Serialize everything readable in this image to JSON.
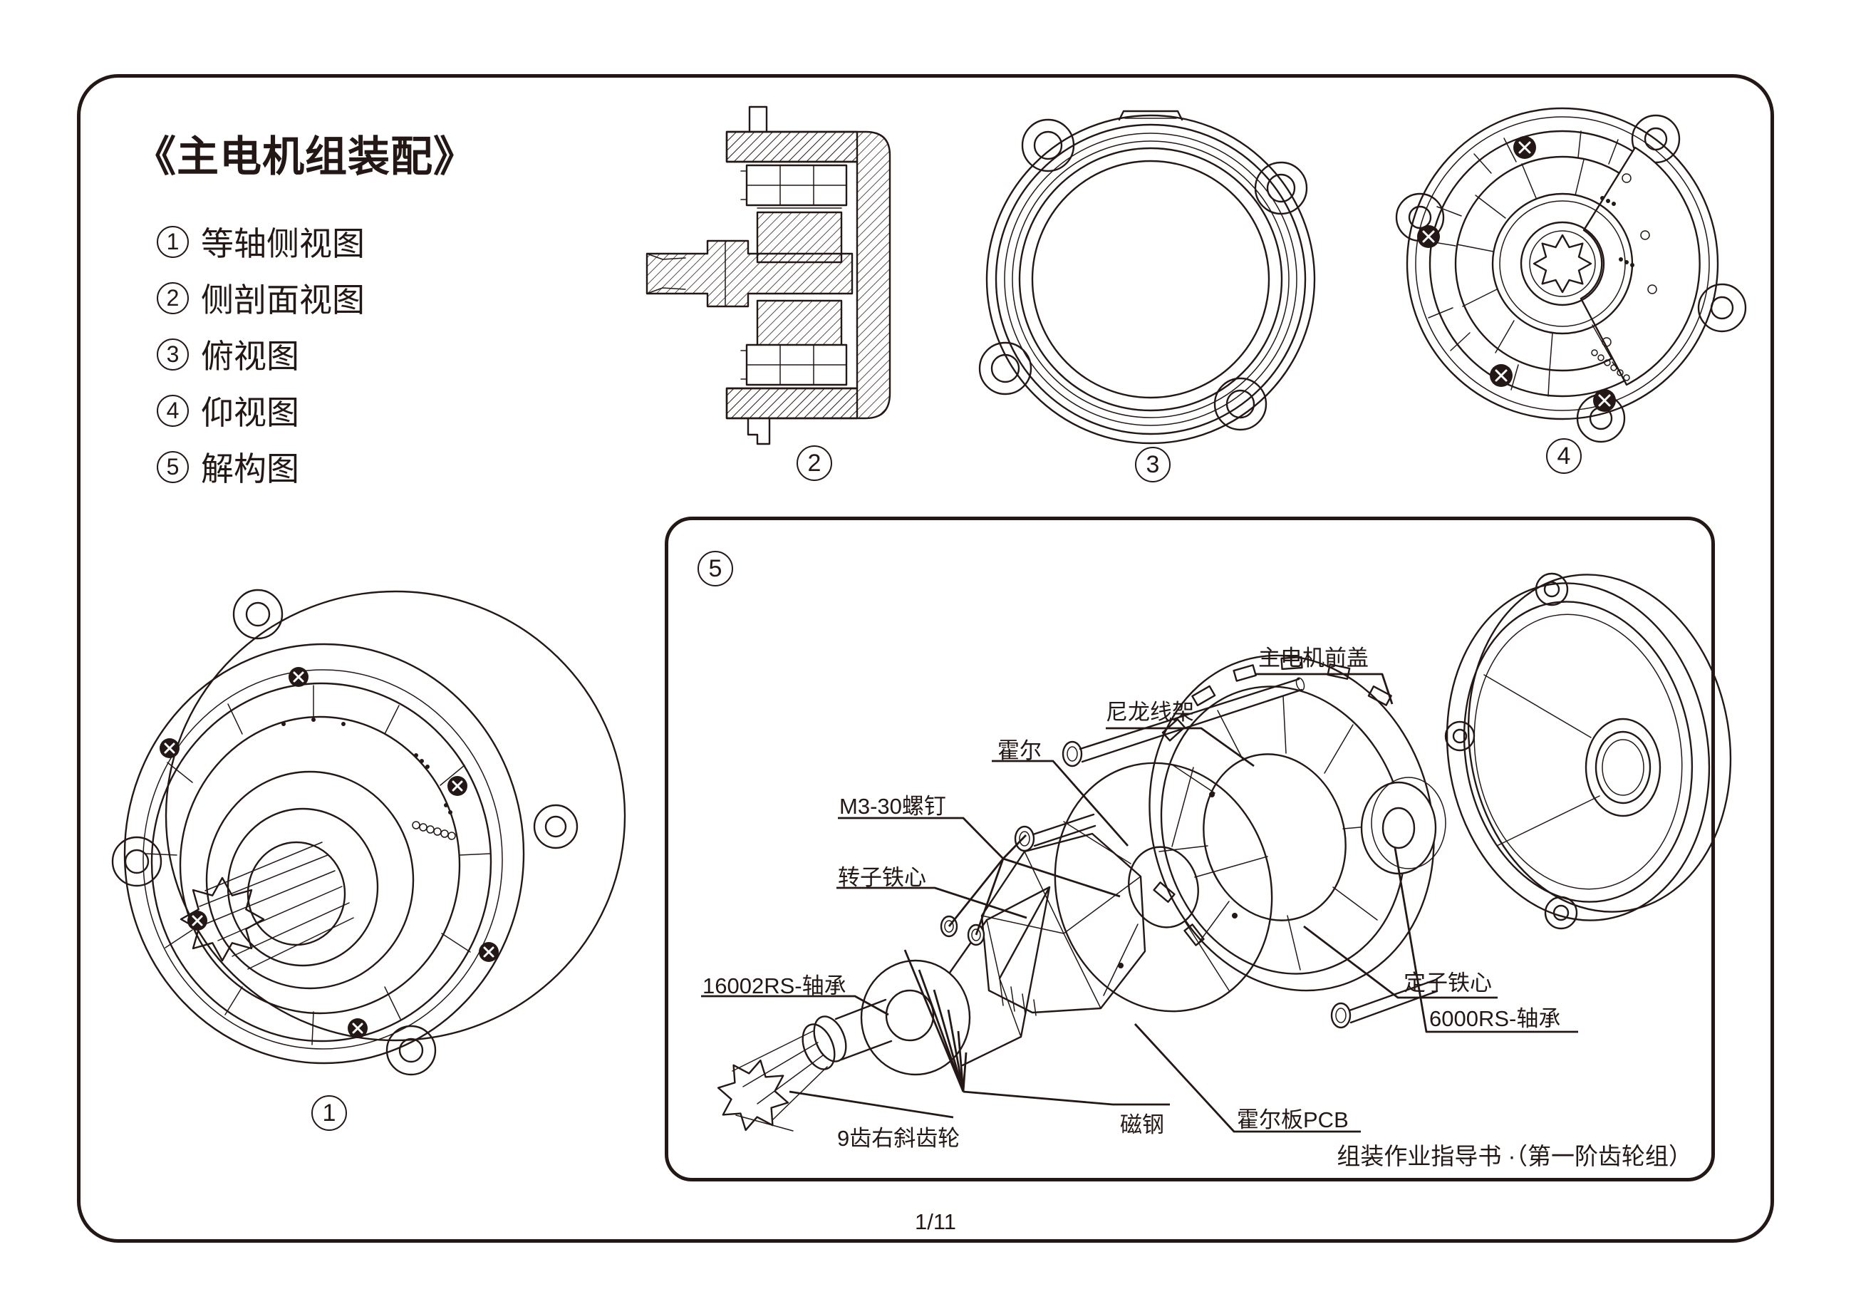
{
  "page": {
    "title": "《主电机组装配》",
    "page_number": "1/11",
    "footer_note": "组装作业指导书 ·（第一阶齿轮组）",
    "colors": {
      "ink": "#231815",
      "background": "#ffffff"
    }
  },
  "legend": {
    "items": [
      {
        "num": "1",
        "label": "等轴侧视图"
      },
      {
        "num": "2",
        "label": "侧剖面视图"
      },
      {
        "num": "3",
        "label": "俯视图"
      },
      {
        "num": "4",
        "label": "仰视图"
      },
      {
        "num": "5",
        "label": "解构图"
      }
    ]
  },
  "views": {
    "markers": {
      "isometric": "1",
      "section": "2",
      "top": "3",
      "bottom": "4",
      "exploded": "5"
    }
  },
  "callouts": {
    "front_cover": "主电机前盖",
    "nylon_frame": "尼龙线架",
    "hall": "霍尔",
    "m3_screws": "M3-30螺钉",
    "rotor_core": "转子铁心",
    "bearing_16002": "16002RS-轴承",
    "gear_9t": "9齿右斜齿轮",
    "magnet": "磁钢",
    "hall_pcb": "霍尔板PCB",
    "stator_core": "定子铁心",
    "bearing_6000": "6000RS-轴承"
  }
}
